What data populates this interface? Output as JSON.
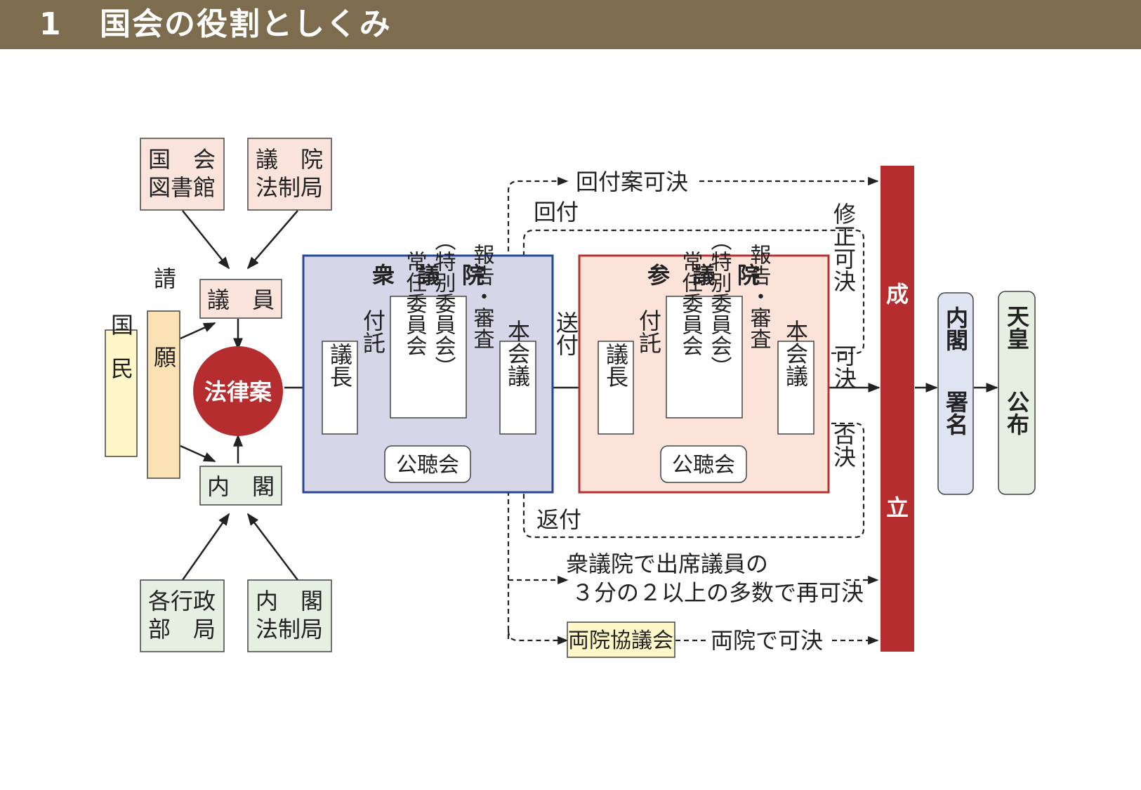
{
  "header": {
    "number": "1",
    "title": "国会の役割としくみ"
  },
  "sources": {
    "library": [
      "国　会",
      "図書館"
    ],
    "house_legislative_bureau": [
      "議　院",
      "法制局"
    ],
    "ministries": [
      "各行政",
      "部　局"
    ],
    "cabinet_legislation_bureau": [
      "内　閣",
      "法制局"
    ]
  },
  "legislator": "議　員",
  "cabinet": "内　閣",
  "people": "国民",
  "petition": "請願",
  "bill": "法律案",
  "lower_house": {
    "title": "衆　議　院",
    "speaker": "議長",
    "refer": "付託",
    "committee": [
      "常任委員会",
      "（特別委員会）"
    ],
    "report": "報告・審査",
    "hearing": "公聴会",
    "plenary": "本会議"
  },
  "upper_house": {
    "title": "参　議　院",
    "speaker": "議長",
    "refer": "付託",
    "committee": [
      "常任委員会",
      "（特別委員会）"
    ],
    "report": "報告・審査",
    "hearing": "公聴会",
    "plenary": "本会議"
  },
  "labels": {
    "send": "送付",
    "return_amended": "回付",
    "amended_passed": "回付案可決",
    "amend_pass": "修正可決",
    "pass": "可決",
    "reject": "否決",
    "returned": "返付",
    "override": [
      "衆議院で出席議員の",
      "３分の２以上の多数で再可決"
    ],
    "joint_committee": "両院協議会",
    "both_pass": "両院で可決"
  },
  "enact": [
    "成",
    "立"
  ],
  "cabinet_sign": [
    "内閣",
    "署名"
  ],
  "emperor_promulgate": [
    "天皇",
    "公布"
  ],
  "colors": {
    "header_bg": "#7d6d4e",
    "bill_red": "#b52d2e",
    "lower_border": "#25479a",
    "lower_fill": "#d7d6e8",
    "upper_border": "#b8312f",
    "upper_fill": "#fbe3da",
    "pink_box": "#f9e3db",
    "green_box": "#e5efe2",
    "yellow_box": "#fff7c8",
    "tan_box": "#fbe2b5",
    "blue_box": "#dfe4f2"
  }
}
